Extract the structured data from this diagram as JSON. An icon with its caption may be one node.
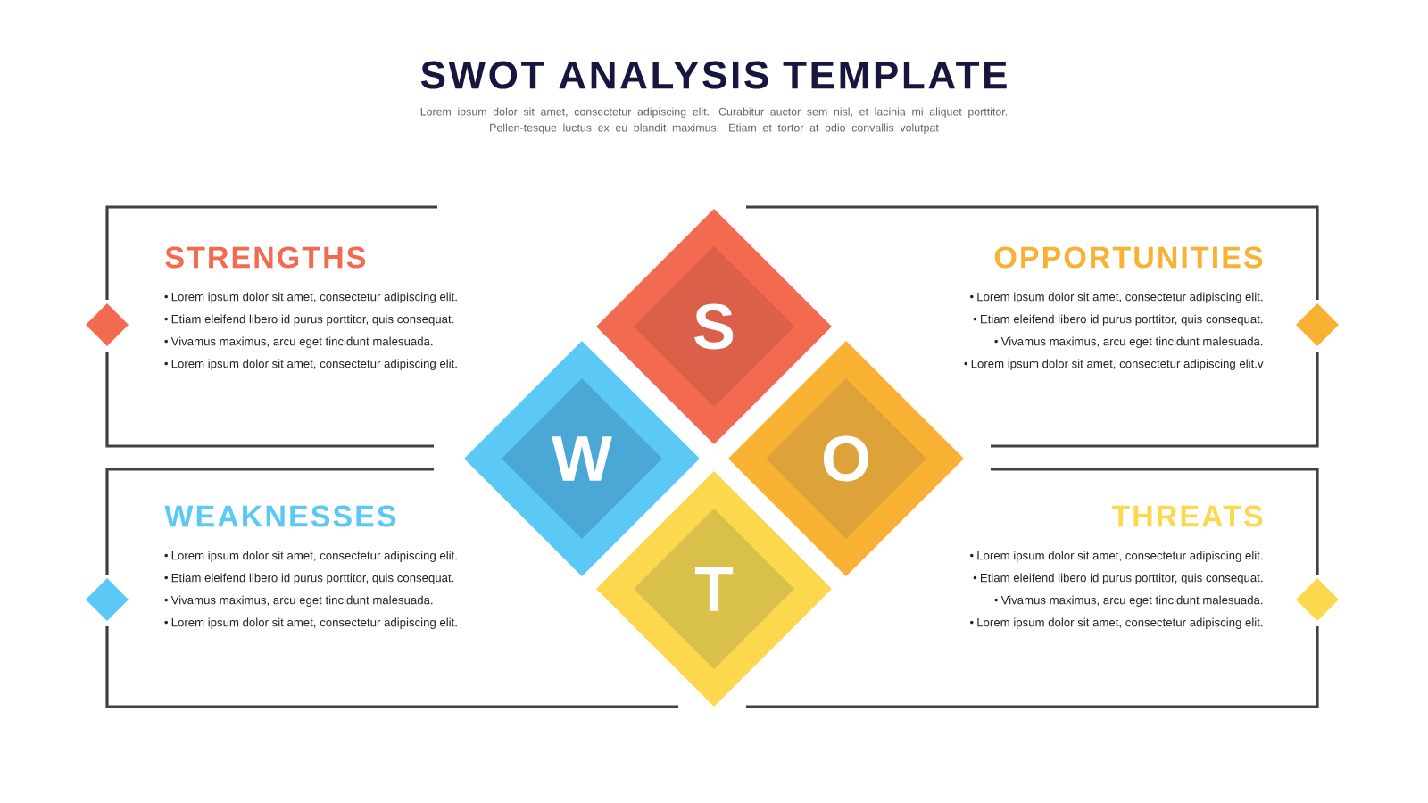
{
  "diagram": {
    "title": "SWOT ANALYSIS TEMPLATE",
    "caption": "Lorem ipsum dolor sit amet, consectetur adipiscing elit. Curabitur auctor sem nisl, et lacinia mi aliquet porttitor. Pellen-tesque luctus ex eu blandit maximus. Etiam et tortor at odio convallis volutpat",
    "nodes": [
      {
        "text": [
          "STRENGTHS",
          "Lorem ipsum dolor sit amet, consectetur adipiscing elit.",
          "Etiam eleifend libero id purus porttitor, quis consequat.",
          "Vivamus maximus, arcu eget tincidunt malesuada.",
          "Lorem ipsum dolor sit amet, consectetur adipiscing elit."
        ]
      },
      {
        "text": [
          "OPPORTUNITIES",
          "Lorem ipsum dolor sit amet, consectetur adipiscing elit.",
          "Etiam eleifend libero id purus porttitor, quis consequat.",
          "Vivamus maximus, arcu eget tincidunt malesuada.",
          "Lorem ipsum dolor sit amet, consectetur adipiscing elit.v"
        ]
      },
      {
        "text": [
          "WEAKNESSES",
          "Lorem ipsum dolor sit amet, consectetur adipiscing elit.",
          "Etiam eleifend libero id purus porttitor, quis consequat.",
          "Vivamus maximus, arcu eget tincidunt malesuada.",
          "Lorem ipsum dolor sit amet, consectetur adipiscing elit."
        ]
      },
      {
        "text": [
          "THREATS",
          "Lorem ipsum dolor sit amet, consectetur adipiscing elit.",
          "Etiam eleifend libero id purus porttitor, quis consequat.",
          "Vivamus maximus, arcu eget tincidunt malesuada.",
          "Lorem ipsum dolor sit amet, consectetur adipiscing elit."
        ]
      },
      {
        "text": [
          "S"
        ]
      },
      {
        "text": [
          "W"
        ]
      },
      {
        "text": [
          "O"
        ]
      },
      {
        "text": [
          "T"
        ]
      }
    ],
    "edges": []
  }
}
